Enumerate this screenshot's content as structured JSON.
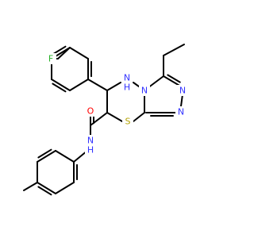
{
  "colors": {
    "bond": "#000000",
    "carbon": "#000000",
    "nitrogen": "#3333ff",
    "sulfur": "#b2a100",
    "oxygen": "#ff0000",
    "fluorine": "#26b026"
  },
  "atoms": {
    "f": "F",
    "nh_ring": "N\nH",
    "n_bridge": "N",
    "n_upper": "N",
    "n_lower": "N",
    "s_ring": "S",
    "o_carbonyl": "O",
    "nh_amide": "N\nH"
  }
}
